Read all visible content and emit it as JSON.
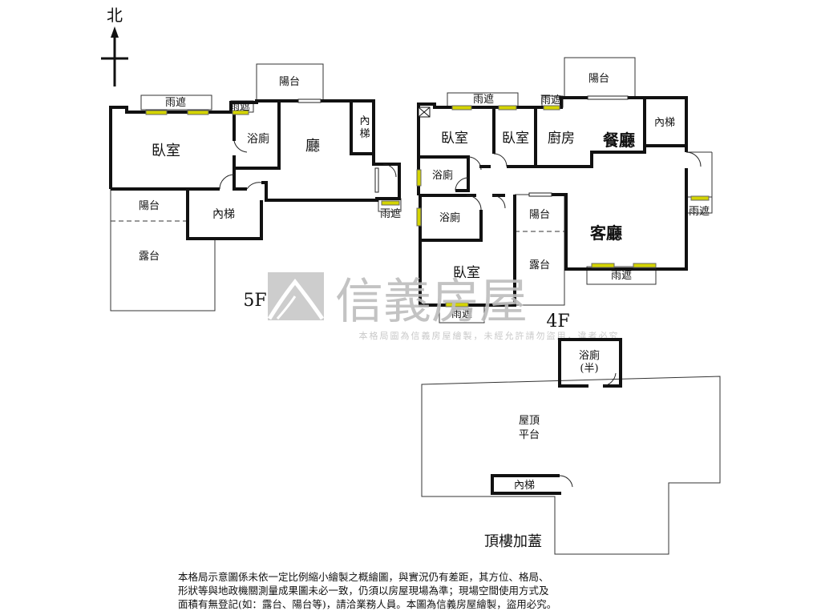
{
  "compass": {
    "north": "北"
  },
  "floors": {
    "f5": {
      "label": "5F",
      "rooms": {
        "bedroom": "臥室",
        "bath": "浴廁",
        "hall": "廳",
        "stair_inner": "內梯",
        "stair": "內梯",
        "balcony_top": "陽台",
        "balcony": "陽台",
        "terrace": "露台",
        "canopy1": "雨遮",
        "canopy2": "雨遮",
        "canopy3": "雨遮"
      }
    },
    "f4": {
      "label": "4F",
      "rooms": {
        "bedroom1": "臥室",
        "bedroom2": "臥室",
        "kitchen": "廚房",
        "dining": "餐廳",
        "stair": "內梯",
        "balcony_top": "陽台",
        "bath1": "浴廁",
        "bath2": "浴廁",
        "living": "客廳",
        "balcony": "陽台",
        "terrace": "露台",
        "bedroom3": "臥室",
        "canopy1": "雨遮",
        "canopy2": "雨遮",
        "canopy3": "雨遮",
        "canopy4": "雨遮",
        "canopy5": "雨遮"
      }
    },
    "roof": {
      "label": "頂樓加蓋",
      "rooms": {
        "bath_line1": "浴廁",
        "bath_line2": "(半)",
        "platform_line1": "屋頂",
        "platform_line2": "平台",
        "stair": "內梯"
      }
    }
  },
  "watermark": {
    "brand": "信義房屋",
    "notice": "本格局圖為信義房屋繪製，未經允許請勿盜用，違者必究"
  },
  "disclaimer": [
    "本格局示意圖係未依一定比例縮小繪製之概繪圖，與實況仍有差距，其方位、格局、",
    "形狀等與地政機關測量成果圖未必一致，仍須以房屋現場為準；現場空間使用方式及",
    "面積有無登記(如：露台、陽台等)，請洽業務人員。本圖為信義房屋繪製，盜用必究。"
  ]
}
